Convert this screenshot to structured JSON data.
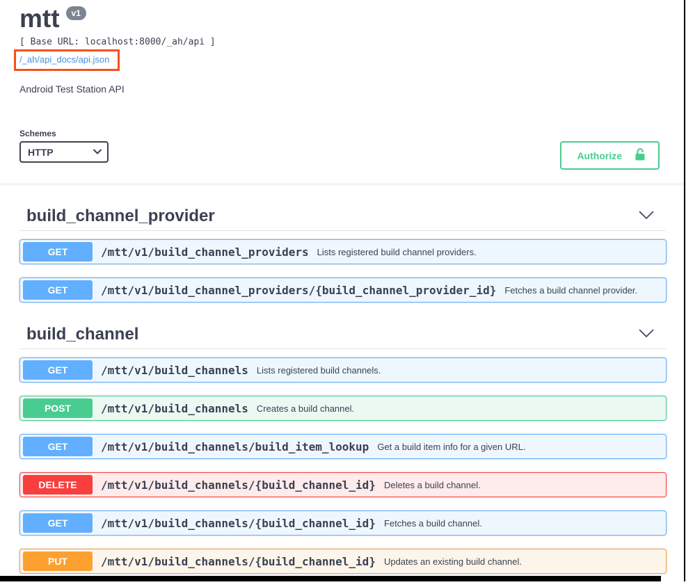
{
  "info": {
    "title": "mtt",
    "version": "v1",
    "base_url_text": "[ Base URL: localhost:8000/_ah/api ]",
    "spec_link": "/_ah/api_docs/api.json",
    "description": "Android Test Station API"
  },
  "schemes": {
    "label": "Schemes",
    "selected": "HTTP"
  },
  "authorize": {
    "label": "Authorize"
  },
  "colors": {
    "get": "#61affe",
    "post": "#49cc90",
    "delete": "#f93e3e",
    "put": "#fca130",
    "link_blue": "#4990e2",
    "annotation_orange": "#f4511e",
    "authorize_green": "#49cc90",
    "version_badge_gray": "#7d8492",
    "text_dark": "#3b4151"
  },
  "sections": [
    {
      "title": "build_channel_provider",
      "operations": [
        {
          "method": "GET",
          "path": "/mtt/v1/build_channel_providers",
          "summary": "Lists registered build channel providers."
        },
        {
          "method": "GET",
          "path": "/mtt/v1/build_channel_providers/{build_channel_provider_id}",
          "summary": "Fetches a build channel provider."
        }
      ]
    },
    {
      "title": "build_channel",
      "operations": [
        {
          "method": "GET",
          "path": "/mtt/v1/build_channels",
          "summary": "Lists registered build channels."
        },
        {
          "method": "POST",
          "path": "/mtt/v1/build_channels",
          "summary": "Creates a build channel."
        },
        {
          "method": "GET",
          "path": "/mtt/v1/build_channels/build_item_lookup",
          "summary": "Get a build item info for a given URL."
        },
        {
          "method": "DELETE",
          "path": "/mtt/v1/build_channels/{build_channel_id}",
          "summary": "Deletes a build channel."
        },
        {
          "method": "GET",
          "path": "/mtt/v1/build_channels/{build_channel_id}",
          "summary": "Fetches a build channel."
        },
        {
          "method": "PUT",
          "path": "/mtt/v1/build_channels/{build_channel_id}",
          "summary": "Updates an existing build channel."
        }
      ]
    }
  ]
}
